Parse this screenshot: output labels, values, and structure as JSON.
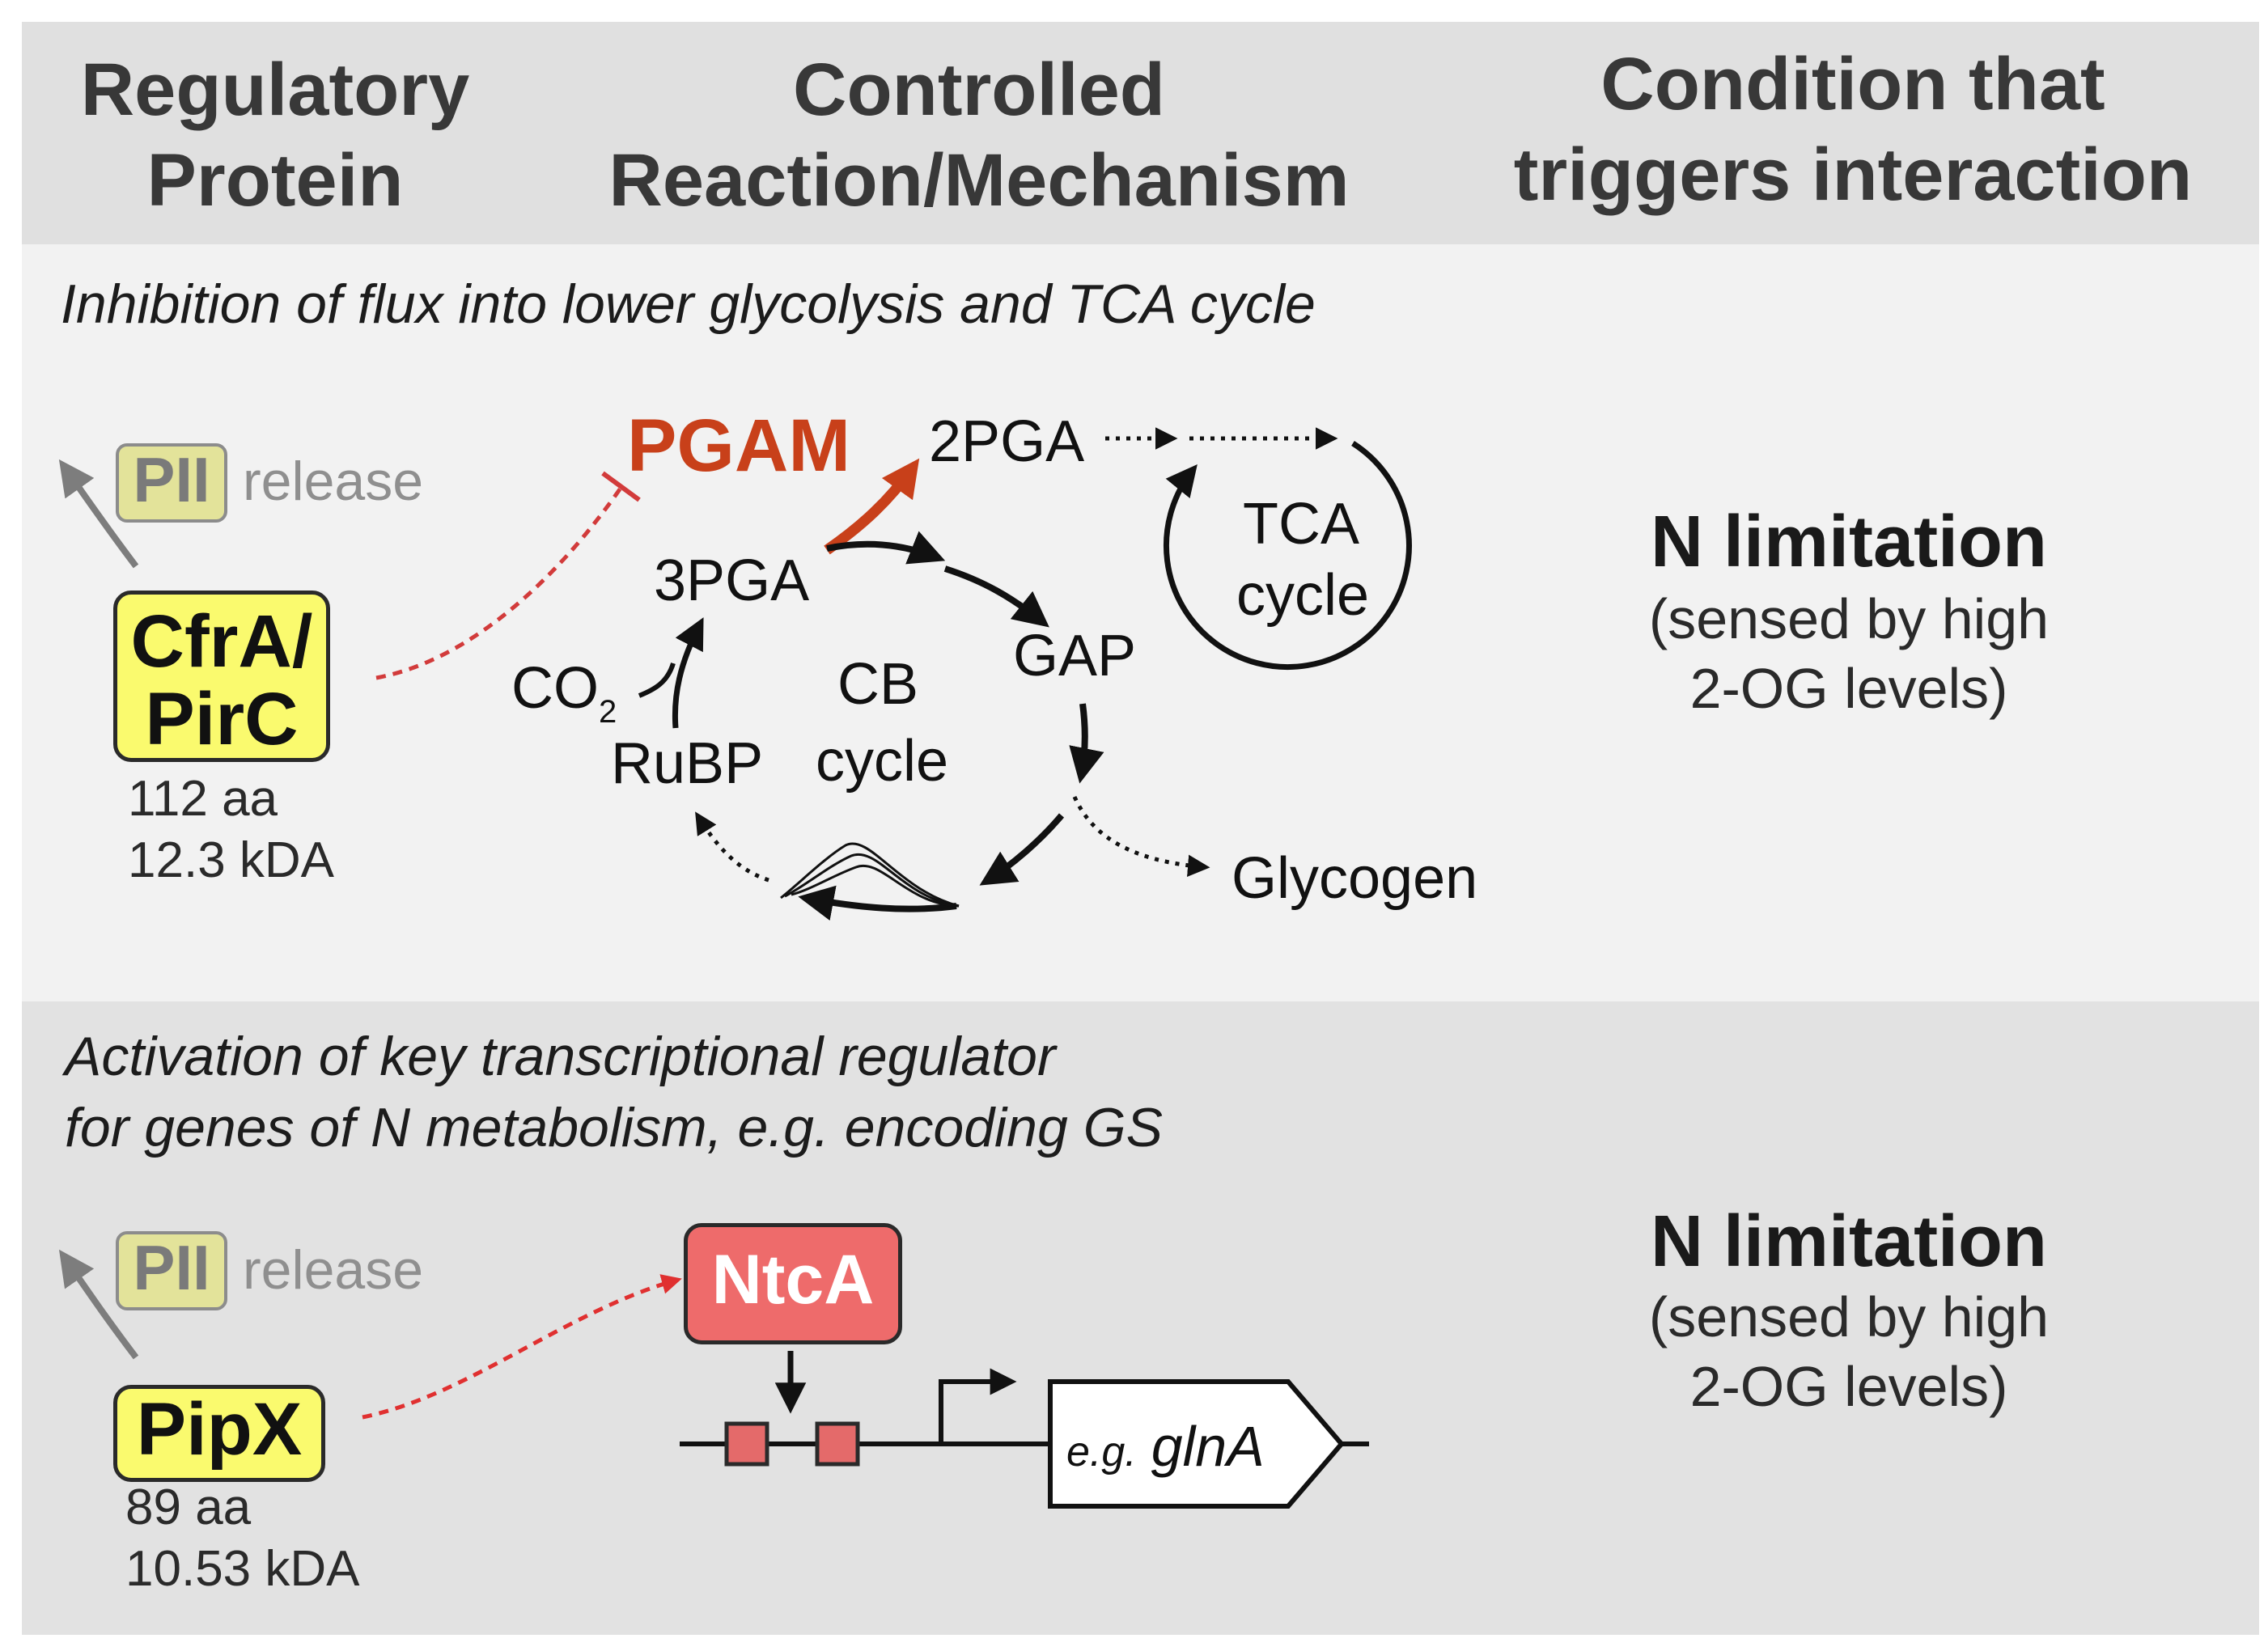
{
  "header": {
    "col1": [
      "Regulatory",
      "Protein"
    ],
    "col2": [
      "Controlled",
      "Reaction/Mechanism"
    ],
    "col3": [
      "Condition that",
      "triggers interaction"
    ]
  },
  "row1": {
    "mechanism_title": "Inhibition of flux into lower glycolysis and TCA cycle",
    "pii": "PII",
    "release": "release",
    "protein": [
      "CfrA/",
      "PirC"
    ],
    "size": [
      "112 aa",
      "12.3 kDA"
    ],
    "diagram": {
      "enzyme": "PGAM",
      "pga2": "2PGA",
      "pga3": "3PGA",
      "gap": "GAP",
      "co2": "CO",
      "co2_sub": "2",
      "rubp": "RuBP",
      "cb": [
        "CB",
        "cycle"
      ],
      "tca": [
        "TCA",
        "cycle"
      ],
      "glycogen": "Glycogen"
    },
    "condition_title": "N limitation",
    "condition_sub": [
      "(sensed by high",
      "2-OG levels)"
    ]
  },
  "row2": {
    "mechanism_title": [
      "Activation of key transcriptional regulator",
      "for genes of N metabolism, e.g. encoding GS"
    ],
    "pii": "PII",
    "release": "release",
    "protein": "PipX",
    "size": [
      "89 aa",
      "10.53 kDA"
    ],
    "regulator": "NtcA",
    "gene_eg": "e.g.",
    "gene_name": "glnA",
    "condition_title": "N limitation",
    "condition_sub": [
      "(sensed by high",
      "2-OG levels)"
    ]
  },
  "colors": {
    "header_bg": "#e0e0e0",
    "row1_bg": "#f2f2f2",
    "row2_bg": "#e2e2e2",
    "protein_fill": "#fafa6e",
    "pii_fill": "#e3e39a",
    "pgam": "#c8401a",
    "ntca_fill": "#ee6b6b",
    "gene_box": "#e46a6a",
    "inhibit_line": "#d23b3b"
  }
}
